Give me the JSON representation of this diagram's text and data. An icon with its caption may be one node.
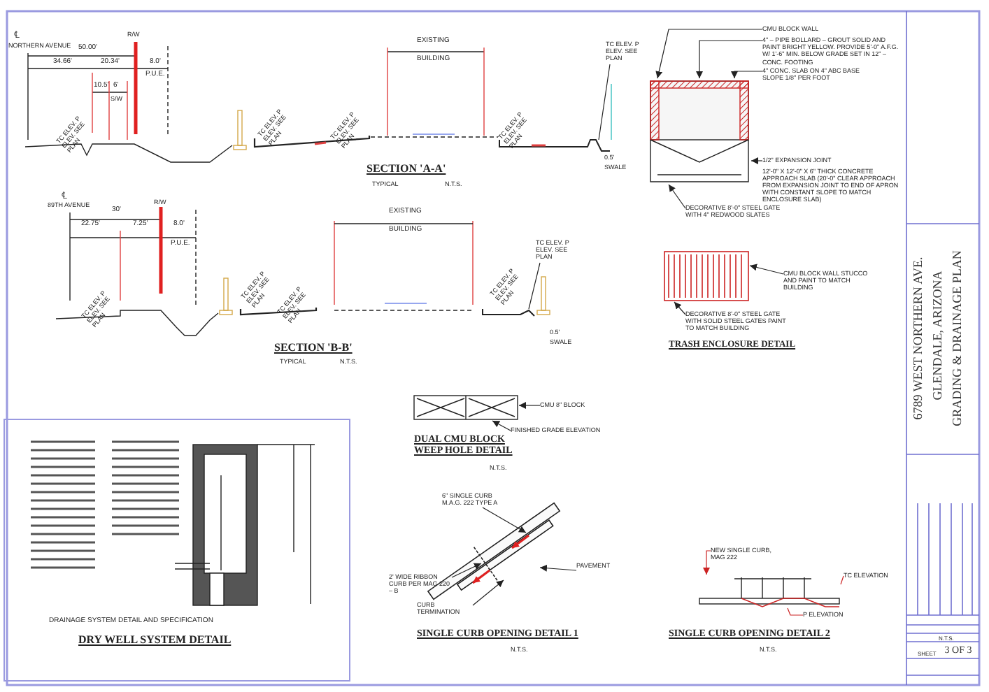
{
  "diagram": {
    "nodes": [
      {
        "text": [
          "TC ELEV. P ELEV. SEE PLAN"
        ]
      },
      {
        "text": [
          "CMU BLOCK WALL"
        ]
      },
      {
        "text": [
          "4\" – PIPE BOLLARD – GROUT SOLID AND PAINT BRIGHT YELLOW. PROVIDE 5'-0\" A.F.G. W/ 1'-6\" MIN. BELOW GRADE SET IN 12\" – CONC. FOOTING"
        ]
      },
      {
        "text": [
          "4\" CONC. SLAB ON 4\" ABC BASE SLOPE 1/8\" PER FOOT"
        ]
      },
      {
        "text": [
          "1/2\" EXPANSION JOINT"
        ]
      },
      {
        "text": [
          "DECORATIVE 8'-0\" STEEL GATE WITH 4\" REDWOOD SLATES"
        ]
      },
      {
        "text": [
          "TC ELEV. P ELEV. SEE PLAN"
        ]
      },
      {
        "text": [
          "CMU BLOCK WALL STUCCO AND PAINT TO MATCH BUILDING"
        ]
      },
      {
        "text": [
          "DECORATIVE 8'-0\" STEEL GATE WITH SOLID STEEL GATES PAINT TO MATCH BUILDING"
        ]
      },
      {
        "text": [
          "CMU 8\" BLOCK"
        ]
      },
      {
        "text": [
          "FINISHED GRADE ELEVATION"
        ]
      },
      {
        "text": [
          "6\" SINGLE CURB M.A.G. 222 TYPE A"
        ]
      },
      {
        "text": [
          "2' WIDE RIBBON CURB PER MAG 220 – B"
        ]
      },
      {
        "text": [
          "CURB TERMINATION"
        ]
      },
      {
        "text": [
          "PAVEMENT"
        ]
      },
      {
        "text": [
          "NEW SINGLE CURB, MAG 222"
        ]
      },
      {
        "text": [
          "TC ELEVATION"
        ]
      },
      {
        "text": [
          "P ELEVATION"
        ]
      },
      {
        "text": [],
        "shape": "picture"
      },
      {
        "text": [],
        "shape": "picture"
      },
      {
        "text": [],
        "shape": "picture"
      },
      {
        "text": [],
        "shape": "picture"
      }
    ],
    "edges": [
      {
        "from": 0,
        "to": null,
        "arrow": "none"
      },
      {
        "from": 1,
        "to": 18,
        "arrow": "to"
      },
      {
        "from": 2,
        "to": 18,
        "arrow": "to"
      },
      {
        "from": 3,
        "to": 18,
        "arrow": "to"
      },
      {
        "from": 4,
        "to": 18,
        "arrow": "to"
      },
      {
        "from": 5,
        "to": 18,
        "arrow": "to"
      },
      {
        "from": 6,
        "to": null,
        "arrow": "none"
      },
      {
        "from": 7,
        "to": 19,
        "arrow": "to"
      },
      {
        "from": 8,
        "to": 19,
        "arrow": "to"
      },
      {
        "from": 9,
        "to": 20,
        "arrow": "to"
      },
      {
        "from": 10,
        "to": 20,
        "arrow": "to"
      },
      {
        "from": 11,
        "to": null,
        "arrow": "to"
      },
      {
        "from": 12,
        "to": null,
        "arrow": "to"
      },
      {
        "from": 13,
        "to": null,
        "arrow": "to"
      },
      {
        "from": 14,
        "to": null,
        "arrow": "to"
      },
      {
        "from": 15,
        "to": 21,
        "arrow": "to",
        "color": "#cc2222"
      },
      {
        "from": 16,
        "to": 21,
        "arrow": "none",
        "color": "#cc2222"
      },
      {
        "from": 17,
        "to": 21,
        "arrow": "none",
        "color": "#cc2222"
      }
    ],
    "labels": [
      "℄",
      "NORTHERN AVENUE",
      "50.00'",
      "R/W",
      "34.66'",
      "20.34'",
      "8.0'",
      "P.U.E.",
      "10.5'",
      "6'",
      "S/W",
      "EXISTING",
      "BUILDING",
      "TC ELEV. P ELEV. SEE PLAN",
      "TC ELEV. P ELEV. SEE PLAN",
      "TC ELEV. P ELEV. SEE PLAN",
      "TC ELEV. P ELEV. SEE PLAN",
      "SECTION 'A-A'",
      "TYPICAL",
      "N.T.S.",
      "0.5'",
      "SWALE",
      "℄",
      "89TH AVENUE",
      "30'",
      "R/W",
      "22.75'",
      "7.25'",
      "8.0'",
      "P.U.E.",
      "EXISTING",
      "BUILDING",
      "TC ELEV. P ELEV. SEE PLAN",
      "TC ELEV. P ELEV. SEE PLAN",
      "TC ELEV. P ELEV. SEE PLAN",
      "TC ELEV. P ELEV. SEE PLAN",
      "SECTION 'B-B'",
      "TYPICAL",
      "N.T.S.",
      "0.5'",
      "SWALE",
      "12'-0\" X 12'-0\" X 6\" THICK CONCRETE APPROACH SLAB (20'-0\" CLEAR APPROACH FROM EXPANSION JOINT TO END OF APRON WITH CONSTANT SLOPE TO MATCH ENCLOSURE SLAB)",
      "TRASH ENCLOSURE DETAIL",
      "DUAL CMU BLOCK WEEP HOLE DETAIL",
      "N.T.S.",
      "SINGLE CURB OPENING DETAIL 1",
      "N.T.S.",
      "SINGLE CURB OPENING DETAIL 2",
      "N.T.S.",
      "DRAINAGE SYSTEM DETAIL AND SPECIFICATION",
      "DRY WELL SYSTEM DETAIL",
      "6789 WEST NORTHERN AVE.",
      "GLENDALE, ARIZONA",
      "GRADING & DRAINAGE PLAN",
      "N.T.S.",
      "SHEET",
      "3 OF 3"
    ]
  }
}
